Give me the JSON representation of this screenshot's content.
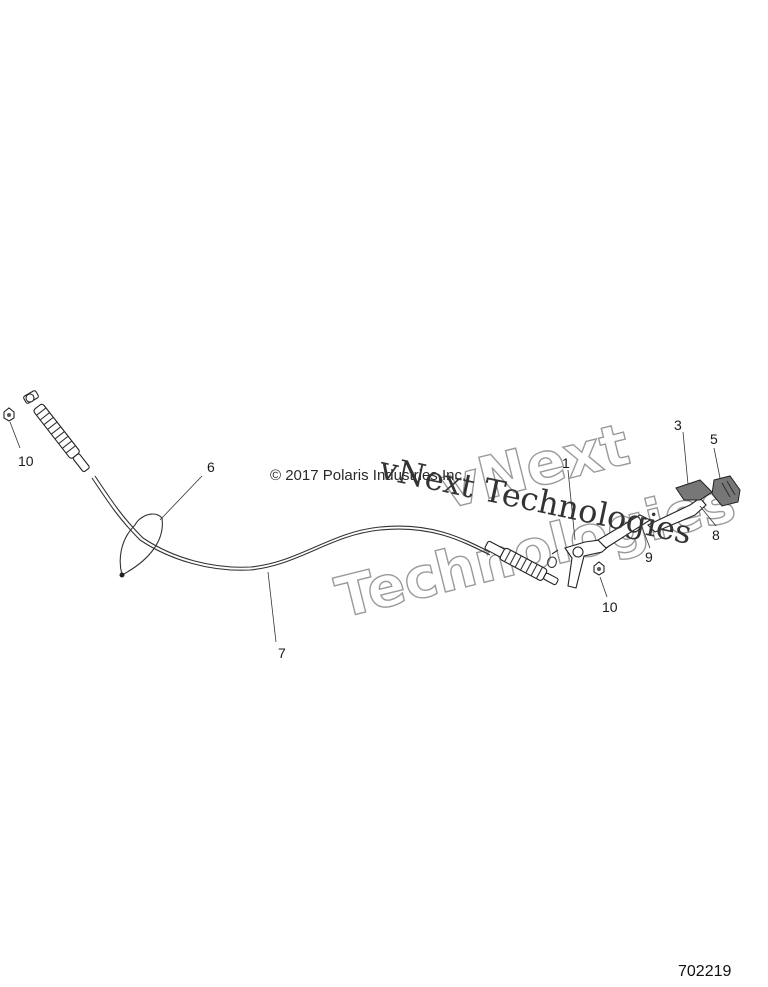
{
  "copyright": "© 2017 Polaris Industries Inc.",
  "watermark": {
    "line1": "vNext Technologies",
    "outline1": "vNext",
    "outline2": "Technologies"
  },
  "diagram_id": "702219",
  "callouts": {
    "c1": "1",
    "c3": "3",
    "c5": "5",
    "c6": "6",
    "c7": "7",
    "c8": "8",
    "c9": "9",
    "c10a": "10",
    "c10b": "10"
  }
}
